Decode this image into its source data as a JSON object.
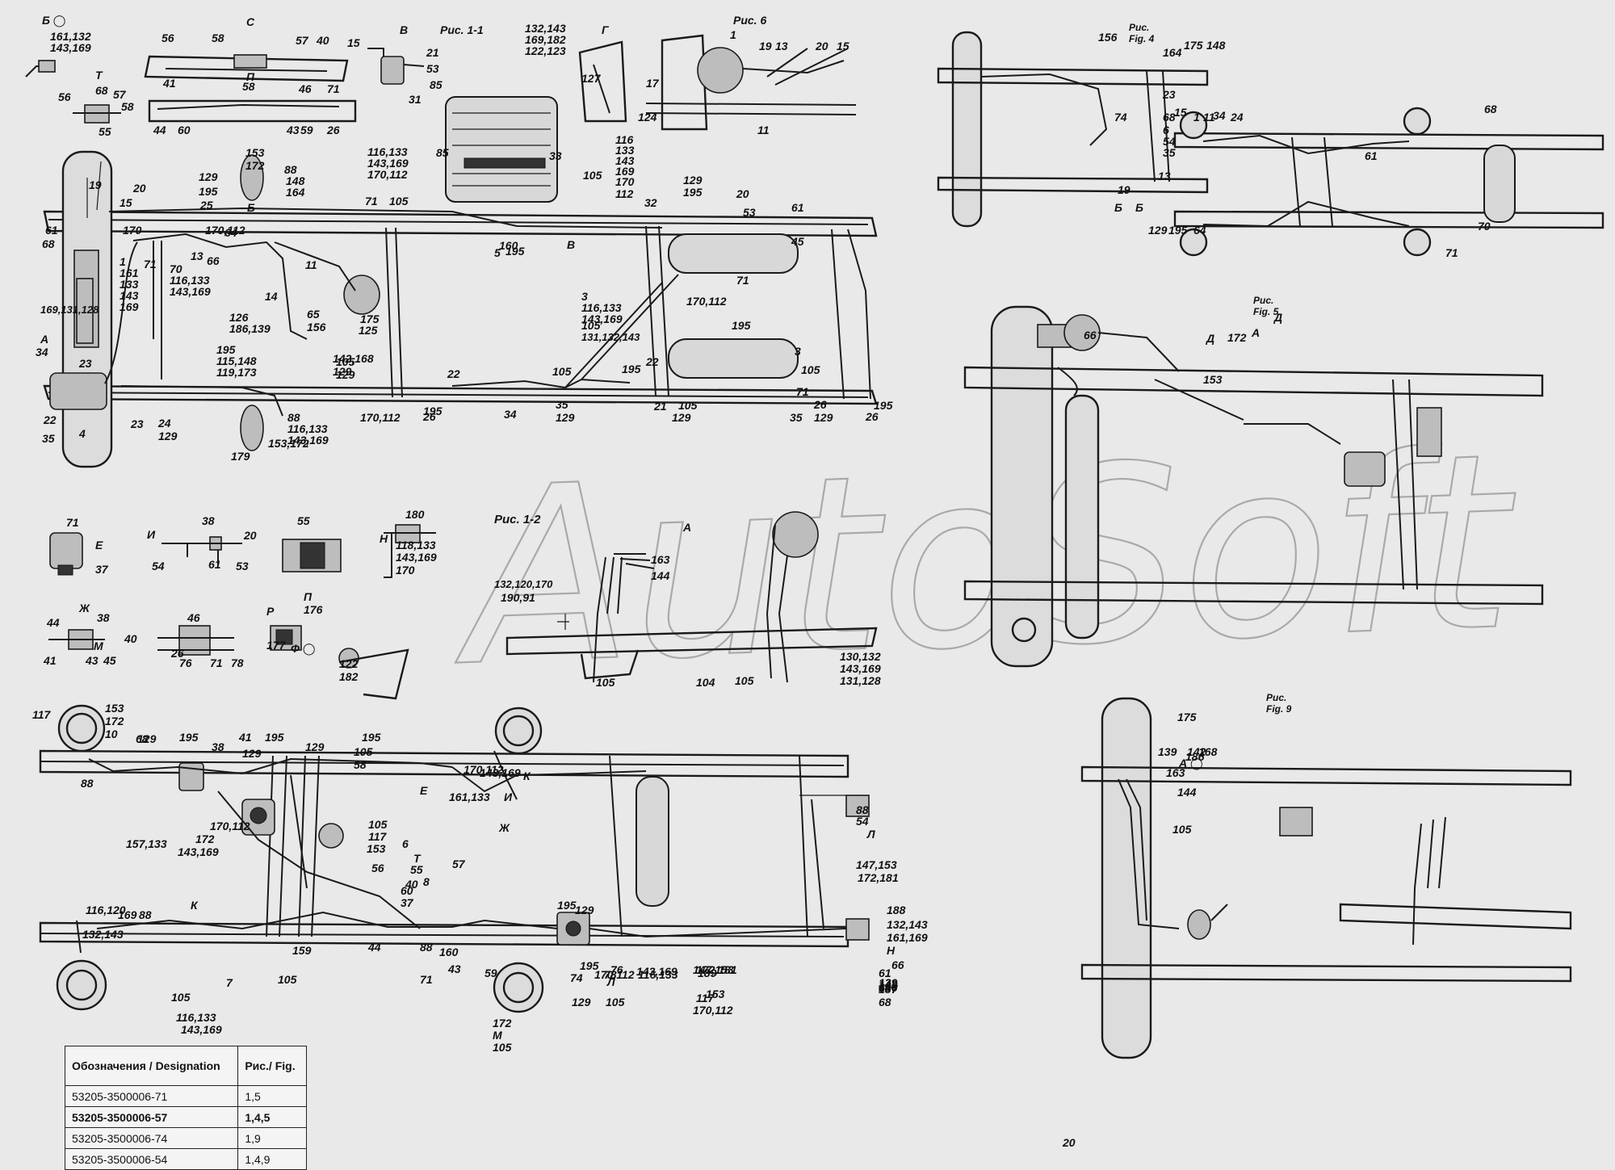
{
  "watermark": "AutoSoft",
  "figure_titles": {
    "fig1_1": "Рис. 1-1",
    "fig6": "Рис. 6",
    "fig4": "Рис.",
    "fig4_en": "Fig. 4",
    "fig5": "Рис.",
    "fig5_en": "Fig. 5",
    "fig9": "Рис.",
    "fig9_en": "Fig. 9",
    "fig1_2": "Рис. 1-2"
  },
  "labels": [
    "Б ◯",
    "161,132",
    "143,169",
    "56",
    "58",
    "С",
    "57",
    "40",
    "41",
    "П",
    "46",
    "71",
    "58",
    "44",
    "60",
    "43",
    "59",
    "26",
    "Т",
    "68",
    "57",
    "56",
    "58",
    "55",
    "В",
    "15",
    "21",
    "53",
    "85",
    "31",
    "132,143",
    "169,182",
    "122,123",
    "Г",
    "127",
    "1",
    "19",
    "13",
    "20",
    "15",
    "17",
    "124",
    "11",
    "129",
    "195",
    "25",
    "153",
    "172",
    "88",
    "148",
    "164",
    "Б",
    "116,133",
    "143,169",
    "170,112",
    "71",
    "105",
    "85",
    "33",
    "105",
    "116",
    "133",
    "143",
    "169",
    "170",
    "112",
    "129",
    "195",
    "20",
    "53",
    "61",
    "45",
    "19",
    "20",
    "15",
    "61",
    "68",
    "1",
    "161",
    "133",
    "143",
    "169",
    "170",
    "71",
    "13",
    "70",
    "116,133",
    "143,169",
    "170,112",
    "64",
    "66",
    "11",
    "14",
    "65",
    "156",
    "175",
    "125",
    "126",
    "186,139",
    "142,168",
    "129",
    "195",
    "5",
    "В",
    "160",
    "32",
    "71",
    "3",
    "116,133",
    "143,169",
    "170,112",
    "105",
    "131,132,143",
    "169,131,128",
    "А",
    "34",
    "23",
    "22",
    "35",
    "4",
    "23",
    "24",
    "129",
    "195",
    "115,148",
    "119,173",
    "179",
    "153,172",
    "88",
    "116,133",
    "143,169",
    "170,112",
    "105",
    "129",
    "195",
    "22",
    "34",
    "26",
    "105",
    "35",
    "129",
    "195",
    "22",
    "21",
    "105",
    "129",
    "195",
    "3",
    "71",
    "105",
    "35",
    "26",
    "129",
    "195",
    "26",
    "71",
    "Е",
    "37",
    "38",
    "И",
    "20",
    "54",
    "61",
    "53",
    "55",
    "П",
    "176",
    "180",
    "Н",
    "118,133",
    "143,169",
    "170",
    "Ж",
    "44",
    "38",
    "41",
    "43",
    "45",
    "40",
    "М",
    "46",
    "26",
    "71",
    "76",
    "78",
    "Р",
    "177",
    "Ф ◯",
    "122",
    "182",
    "163",
    "144",
    "132,120,170",
    "190,91",
    "А",
    "104",
    "105",
    "105",
    "130,132",
    "143,169",
    "131,128",
    "117",
    "153",
    "172",
    "10",
    "68",
    "129",
    "195",
    "41",
    "129",
    "195",
    "105",
    "58",
    "38",
    "129",
    "195",
    "105",
    "117",
    "153",
    "172",
    "88",
    "56",
    "6",
    "Т",
    "55",
    "8",
    "157,133",
    "143,169",
    "170,112",
    "Е",
    "161,133",
    "143,169",
    "170,112",
    "К",
    "И",
    "Ж",
    "57",
    "40",
    "88",
    "54",
    "Л",
    "147,153",
    "172,181",
    "188",
    "132,143",
    "161,169",
    "Н",
    "116,120",
    "132,143",
    "169",
    "88",
    "К",
    "44",
    "60",
    "37",
    "129",
    "195",
    "88",
    "7",
    "105",
    "159",
    "160",
    "71",
    "43",
    "59",
    "105",
    "116,133",
    "143,169",
    "170,112",
    "117",
    "153",
    "172",
    "М",
    "105",
    "74",
    "129",
    "195",
    "76",
    "78",
    "105",
    "116,133",
    "143,169",
    "170,112",
    "Л",
    "147,153",
    "172,181",
    "189",
    "66",
    "61",
    "64",
    "68",
    "139",
    "142",
    "168",
    "186",
    "187",
    "156",
    "175",
    "148",
    "164",
    "23",
    "24",
    "68",
    "6",
    "54",
    "35",
    "74",
    "20",
    "19",
    "13",
    "1",
    "11",
    "15",
    "Б",
    "Б",
    "34",
    "61",
    "68",
    "71",
    "70",
    "66",
    "129",
    "195",
    "64",
    "А",
    "Д",
    "Д",
    "153",
    "172",
    "175",
    "139",
    "142",
    "168",
    "186",
    "А ◯",
    "163",
    "144",
    "105"
  ],
  "legend": {
    "header_designation": "Обозначения / Designation",
    "header_fig": "Рис./ Fig.",
    "rows": [
      {
        "designation": "53205-3500006-71",
        "fig": "1,5",
        "bold": false
      },
      {
        "designation": "53205-3500006-57",
        "fig": "1,4,5",
        "bold": true
      },
      {
        "designation": "53205-3500006-74",
        "fig": "1,9",
        "bold": false
      },
      {
        "designation": "53205-3500006-54",
        "fig": "1,4,9",
        "bold": false
      }
    ]
  }
}
